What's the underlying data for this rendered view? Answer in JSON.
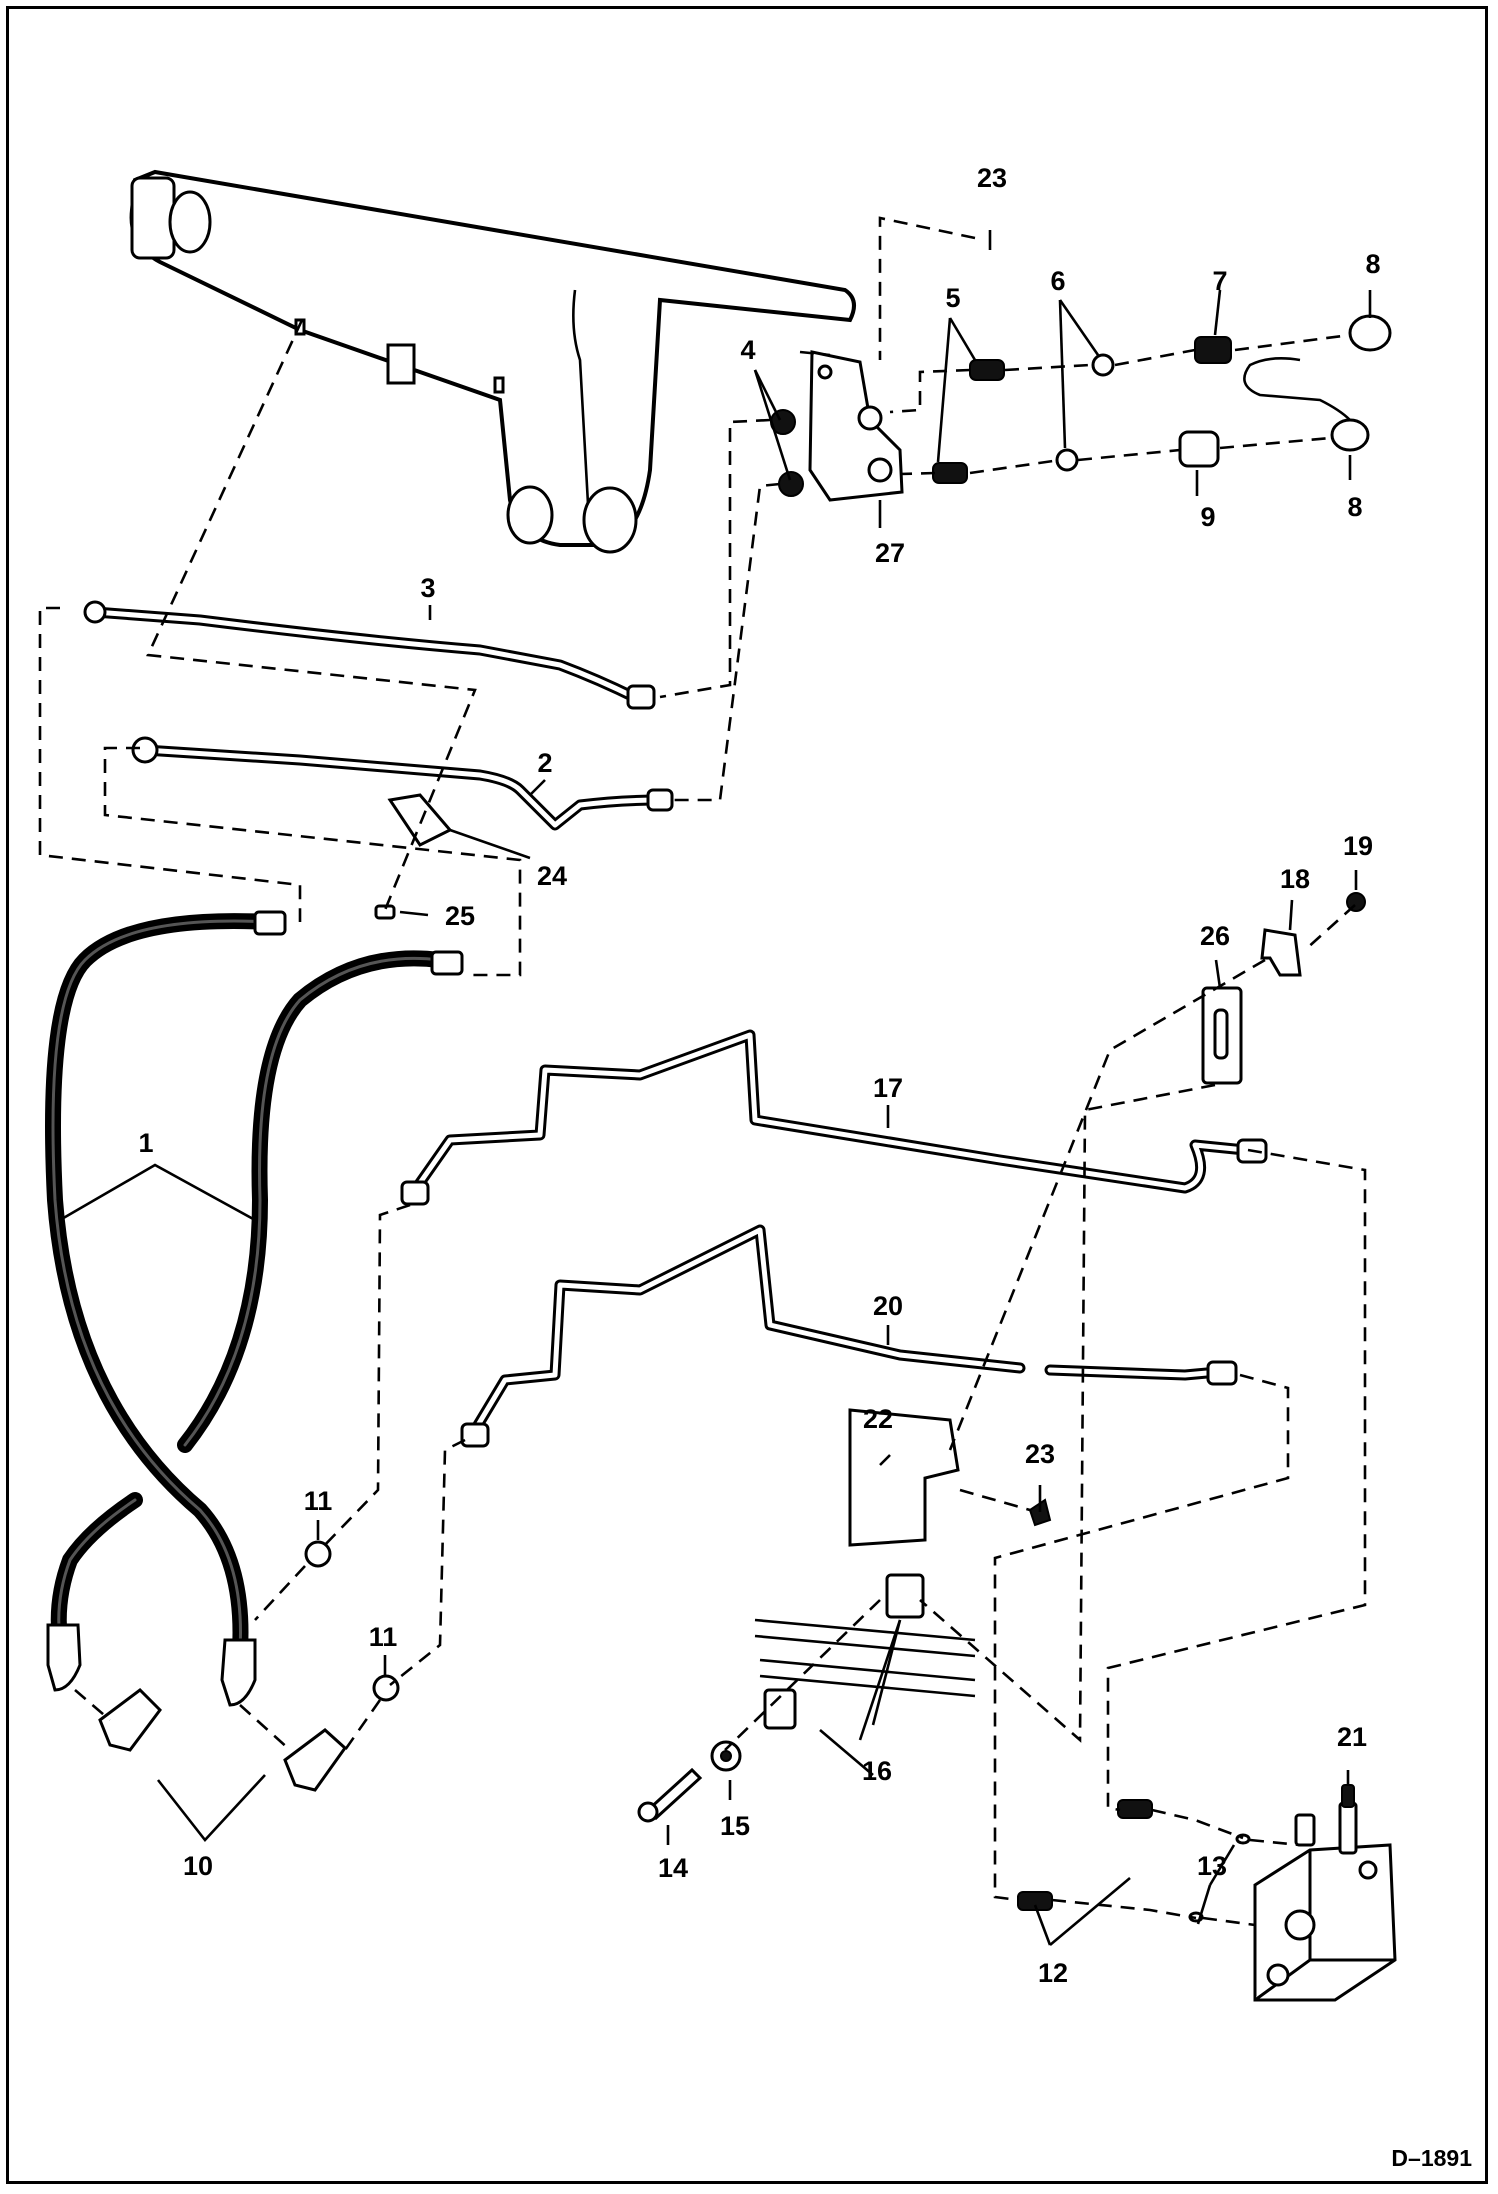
{
  "diagram": {
    "drawing_code": "D–1891",
    "callouts": {
      "c1": "1",
      "c2": "2",
      "c3": "3",
      "c4": "4",
      "c5": "5",
      "c6": "6",
      "c7": "7",
      "c8a": "8",
      "c8b": "8",
      "c9": "9",
      "c10": "10",
      "c11a": "11",
      "c11b": "11",
      "c12": "12",
      "c13": "13",
      "c14": "14",
      "c15": "15",
      "c16": "16",
      "c17": "17",
      "c18": "18",
      "c19": "19",
      "c20": "20",
      "c21": "21",
      "c22": "22",
      "c23a": "23",
      "c23b": "23",
      "c24": "24",
      "c25": "25",
      "c26": "26",
      "c27": "27"
    }
  }
}
